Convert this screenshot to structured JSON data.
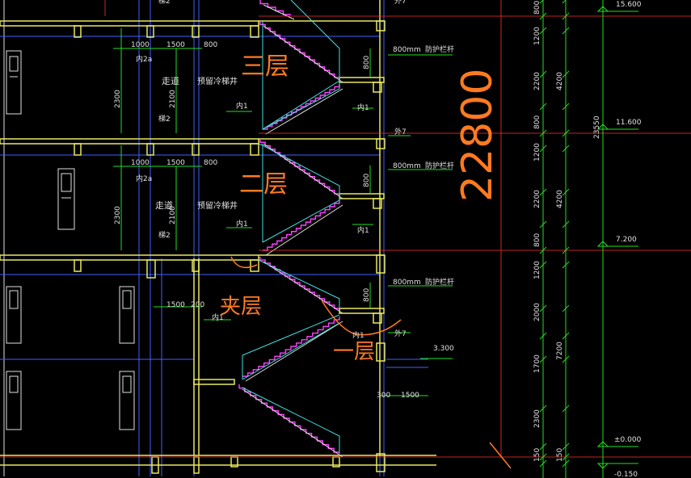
{
  "floor_labels": {
    "third": "三层",
    "second": "二层",
    "mezzanine": "夹层",
    "first": "一层"
  },
  "total_height": "22800",
  "floor1_labels": {
    "dim_1000": "1000",
    "dim_1500": "1500",
    "dim_800": "800",
    "nei2a": "内2a",
    "walkway": "走道",
    "reserved_stairwell": "预留冷梯井",
    "dim_2100": "2100",
    "dim_2300": "2300",
    "ti2": "梯2",
    "nei1": "内1",
    "dim_800_v": "800",
    "rail_800mm": "800mm",
    "guard_rail": "防护栏杆",
    "wai7": "外7",
    "ti2_top": "梯2"
  },
  "floor2_labels": {
    "dim_1000": "1000",
    "dim_1500": "1500",
    "dim_800": "800",
    "nei2a": "内2a",
    "walkway": "走道",
    "reserved_stairwell": "预留冷梯井",
    "dim_2100": "2100",
    "dim_2300": "2300",
    "ti2": "梯2",
    "nei1": "内1",
    "dim_800_v": "800",
    "rail_800mm": "800mm",
    "guard_rail": "防护栏杆",
    "wai7": "外7"
  },
  "mezz_labels": {
    "dim_1500": "1500",
    "dim_200": "200",
    "nei1": "内1",
    "nei1b": "内1",
    "rail_800mm": "800mm",
    "guard_rail": "防护栏杆",
    "dim_800_v": "800",
    "wai7": "外7",
    "elev_3300": "3.300",
    "dim_300": "300",
    "dim_1500b": "1500",
    "nei1c": "内1"
  },
  "right_dims": {
    "d1": "800",
    "d2": "1200",
    "d3": "2200",
    "d4": "800",
    "d5": "1200",
    "d6": "2200",
    "d7": "800",
    "d8": "1200",
    "d9": "2000",
    "d10": "1700",
    "d11": "2300",
    "d12": "150",
    "d13": "150",
    "g1": "4200",
    "g2": "4200",
    "g3": "7200",
    "total": "23550"
  },
  "elevations": {
    "e1": "15.600",
    "e2": "11.600",
    "e3": "7.200",
    "e4": "±0.000",
    "e5": "-0.150"
  }
}
